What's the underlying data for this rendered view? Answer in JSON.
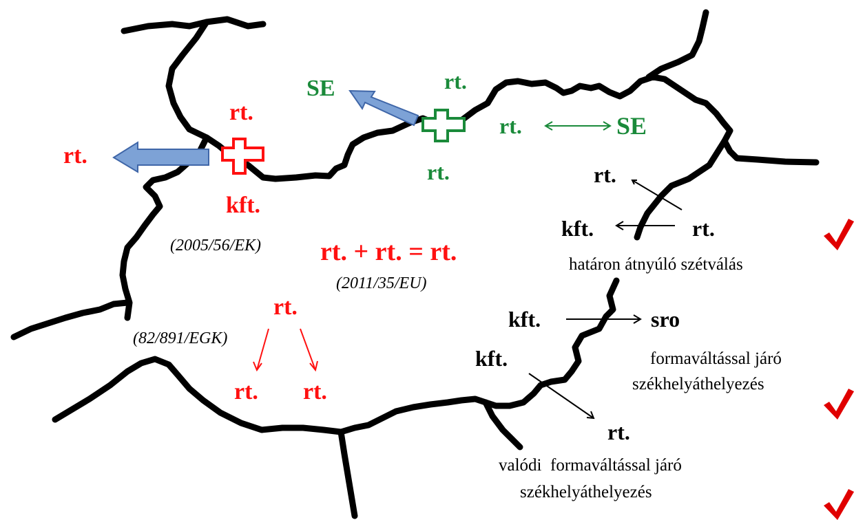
{
  "colors": {
    "red": "#ff1010",
    "green": "#1a8a3a",
    "black": "#000000",
    "arrow_fill": "#7da2d6",
    "arrow_stroke": "#3f66a8",
    "check": "#e00000"
  },
  "cross_border_merger": {
    "west": {
      "result": "rt.",
      "top": "rt.",
      "bottom": "kft.",
      "directive": "(2005/56/EK)"
    },
    "north": {
      "top": "rt.",
      "bottom": "rt.",
      "arrow_target": "SE",
      "left": "rt.",
      "right": "SE"
    }
  },
  "domestic": {
    "merger": "rt. + rt. = rt.",
    "merger_directive": "(2011/35/EU)",
    "division_source": "rt.",
    "division_directive": "(82/891/EGK)",
    "division_left": "rt.",
    "division_right": "rt."
  },
  "division_cross_border": {
    "top": "rt.",
    "left": "kft.",
    "source": "rt.",
    "caption": "határon átnyúló szétválás"
  },
  "seat_transfer_form_change": {
    "from": "kft.",
    "to": "sro",
    "caption_1": "formaváltással járó",
    "caption_2": "székhelyáthelyezés"
  },
  "real_seat_transfer": {
    "from": "kft.",
    "to": "rt.",
    "caption_1": "valódi  formaváltással járó",
    "caption_2": "székhelyáthelyezés"
  },
  "icons": [
    "plus-icon",
    "arrow-icon",
    "checkmark-icon"
  ]
}
